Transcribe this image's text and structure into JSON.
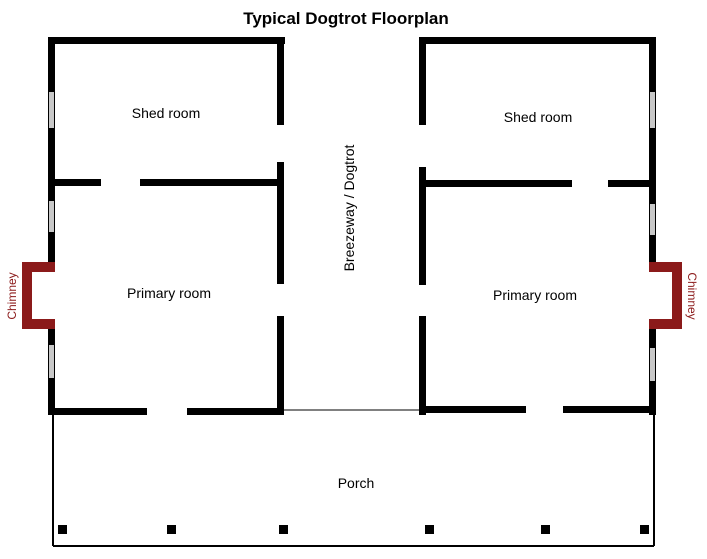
{
  "title": "Typical Dogtrot Floorplan",
  "rooms": {
    "shed_left": "Shed room",
    "shed_right": "Shed room",
    "primary_left": "Primary room",
    "primary_right": "Primary room",
    "breezeway": "Breezeway / Dogtrot",
    "porch": "Porch",
    "chimney_left": "Chimney",
    "chimney_right": "Chimney"
  },
  "colors": {
    "wall": "#000000",
    "window": "#c8c8c8",
    "chimney": "#8b1a1a",
    "background": "#ffffff"
  }
}
